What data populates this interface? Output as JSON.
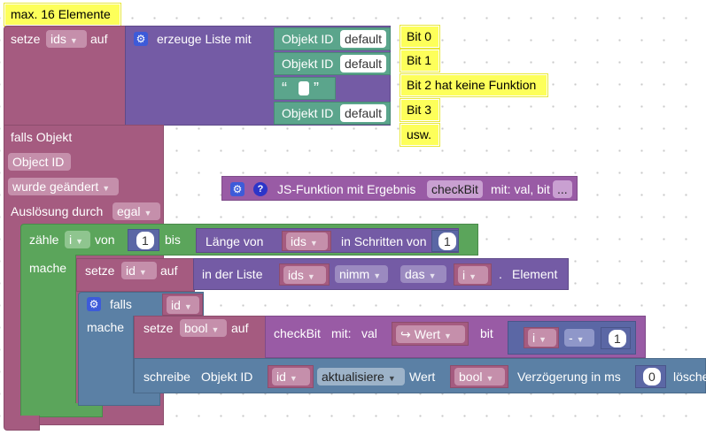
{
  "notes": {
    "max_elements": "max. 16 Elemente",
    "bit0": "Bit 0",
    "bit1": "Bit 1",
    "bit2": "Bit 2 hat keine Funktion",
    "bit3": "Bit 3",
    "etc": "usw."
  },
  "set_ids": {
    "setze": "setze",
    "var": "ids",
    "auf": "auf",
    "create_list": "erzeuge Liste mit",
    "items": [
      {
        "label": "Objekt ID",
        "value": "default"
      },
      {
        "label": "Objekt ID",
        "value": "default"
      },
      {
        "label": "“",
        "value": "",
        "close": "”"
      },
      {
        "label": "Objekt ID",
        "value": "default"
      }
    ]
  },
  "trigger": {
    "if_object": "falls Objekt",
    "object_id": "Object ID",
    "changed": "wurde geändert",
    "trigger_by": "Auslösung durch",
    "trigger_value": "egal"
  },
  "js_func": {
    "label": "JS-Funktion mit Ergebnis",
    "name": "checkBit",
    "params": "mit: val, bit",
    "more": "..."
  },
  "loop": {
    "count": "zähle",
    "var": "i",
    "from": "von",
    "from_value": "1",
    "to": "bis",
    "length_of": "Länge von",
    "list_var": "ids",
    "step": "in Schritten von",
    "step_value": "1",
    "do": "mache"
  },
  "set_id": {
    "setze": "setze",
    "var": "id",
    "auf": "auf",
    "in_list": "in der Liste",
    "list_var": "ids",
    "take": "nimm",
    "the": "das",
    "index_var": "i",
    "dot": ".",
    "element": "Element"
  },
  "if_block": {
    "if": "falls",
    "cond_var": "id",
    "do": "mache"
  },
  "set_bool": {
    "setze": "setze",
    "var": "bool",
    "auf": "auf",
    "func": "checkBit",
    "with": "mit:",
    "val": "val",
    "value_label": "Wert",
    "bit": "bit",
    "minus_left": "i",
    "op": "-",
    "minus_right": "1"
  },
  "write": {
    "write": "schreibe",
    "object_id": "Objekt ID",
    "id_var": "id",
    "update": "aktualisiere",
    "value": "Wert",
    "value_var": "bool",
    "delay": "Verzögerung in ms",
    "delay_value": "0",
    "clear": "lösche"
  },
  "colors": {
    "variables": "#a55b80",
    "lists": "#745ba5",
    "text": "#5ba58c",
    "loops": "#5ba55b",
    "logic": "#5b80a5",
    "math": "#5b67a5",
    "functions": "#995ba5",
    "note": "#fdff5a"
  }
}
